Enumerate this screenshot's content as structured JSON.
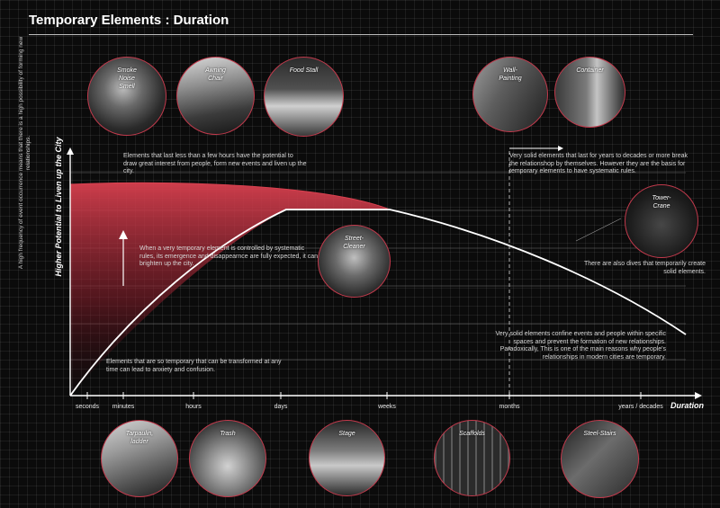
{
  "title": "Temporary Elements : Duration",
  "axes": {
    "y_label": "Higher Potential to Liven up the City",
    "x_label": "Duration",
    "side_note": "A high frequency of event occurrence means that there is a high possibility of forming new relationships.",
    "ticks": [
      "seconds",
      "minutes",
      "hours",
      "days",
      "weeks",
      "months",
      "years / decades"
    ]
  },
  "notes": {
    "top_left": "Elements that last less than a few hours have the potential to draw great interest from people, form new events and liven up the city.",
    "middle": "When a very temporary element is controlled by systematic rules, its emergence and disappearnce are fully expected, it can brighten up the city.",
    "bottom_left": "Elements that are so temporary that can be transformed at any time can lead to anxiety and confusion.",
    "top_right": "Very solid elements that last for years to decades or more break the relationshop by themselves. However they are the basis for temporary elements to have systematic rules.",
    "right_mid": "There are also dives that temporarily create solid elements.",
    "bottom_right": "Very solid elements confine events and people within specific spaces and prevent the formation of new relationships. Paradoxically, This is one of the main reasons why people's relationships in modern cities are temporary."
  },
  "photos": {
    "smoke": "Smoke\nNoise\nSmell",
    "awning": "Awning\nChair",
    "food_stall": "Food Stall",
    "wall_painting": "Wall-\nPainting",
    "container": "Container",
    "tower_crane": "Tower-\nCrane",
    "street_cleaner": "Street-\nCleaner",
    "tarpaulin": "Tarpaulin,\nladder",
    "trash": "Trash",
    "stage": "Stage",
    "scaffolds": "Scaffolds",
    "steel_stairs": "Steel-Stairs"
  },
  "colors": {
    "accent": "#c23a4c",
    "fill_top": "#d8404f",
    "curve": "#ffffff",
    "background": "#0b0b0b"
  }
}
